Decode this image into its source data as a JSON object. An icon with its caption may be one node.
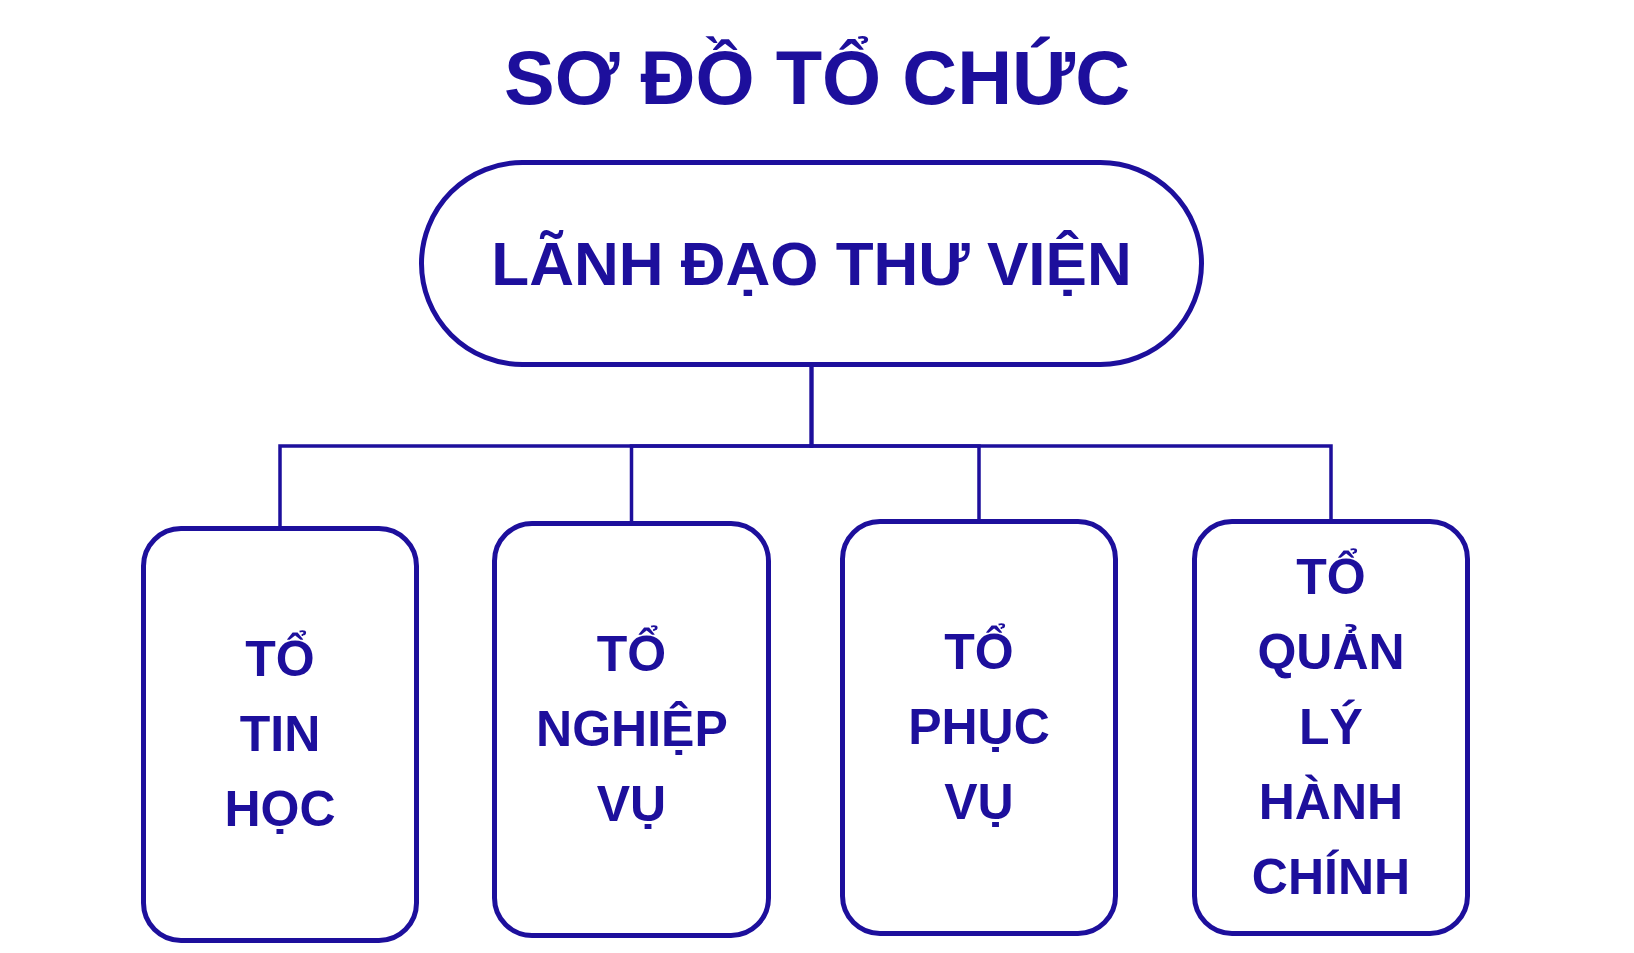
{
  "diagram": {
    "title": "SƠ ĐỒ TỔ CHỨC",
    "nodes": [
      {
        "text": [
          "LÃNH ĐẠO THƯ VIỆN"
        ]
      },
      {
        "text": [
          "TỔ TIN HỌC"
        ]
      },
      {
        "text": [
          "TỔ NGHIỆP VỤ"
        ]
      },
      {
        "text": [
          "TỔ PHỤC VỤ"
        ]
      },
      {
        "text": [
          "TỔ QUẢN LÝ HÀNH CHÍNH"
        ]
      }
    ],
    "edges": [
      {
        "from": 0,
        "to": 1,
        "arrow": "none"
      },
      {
        "from": 0,
        "to": 2,
        "arrow": "none"
      },
      {
        "from": 0,
        "to": 3,
        "arrow": "none"
      },
      {
        "from": 0,
        "to": 4,
        "arrow": "none"
      }
    ]
  }
}
